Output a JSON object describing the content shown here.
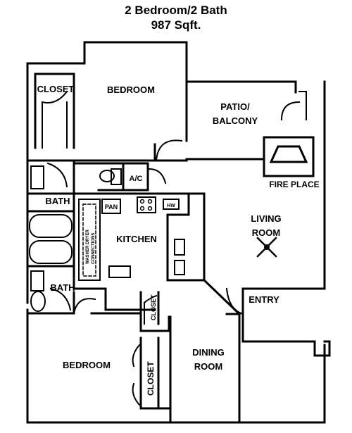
{
  "header": {
    "line1": "2 Bedroom/2 Bath",
    "line2": "987 Sqft."
  },
  "rooms": {
    "closet_top": "CLOSET",
    "bedroom_top": "BEDROOM",
    "patio_line1": "PATIO/",
    "patio_line2": "BALCONY",
    "fireplace": "FIRE PLACE",
    "ac": "A/C",
    "bath_top": "BATH",
    "pan": "PAN",
    "hw": "HW",
    "kitchen": "KITCHEN",
    "washer_line1": "WASHER DRYER",
    "washer_line2": "CONNECTIONS",
    "living_line1": "LIVING",
    "living_line2": "ROOM",
    "bath_bottom": "BATH",
    "closet_mid": "CLOSET",
    "entry": "ENTRY",
    "dining_line1": "DINING",
    "dining_line2": "ROOM",
    "bedroom_bottom": "BEDROOM",
    "closet_bottom": "CLOSET"
  }
}
